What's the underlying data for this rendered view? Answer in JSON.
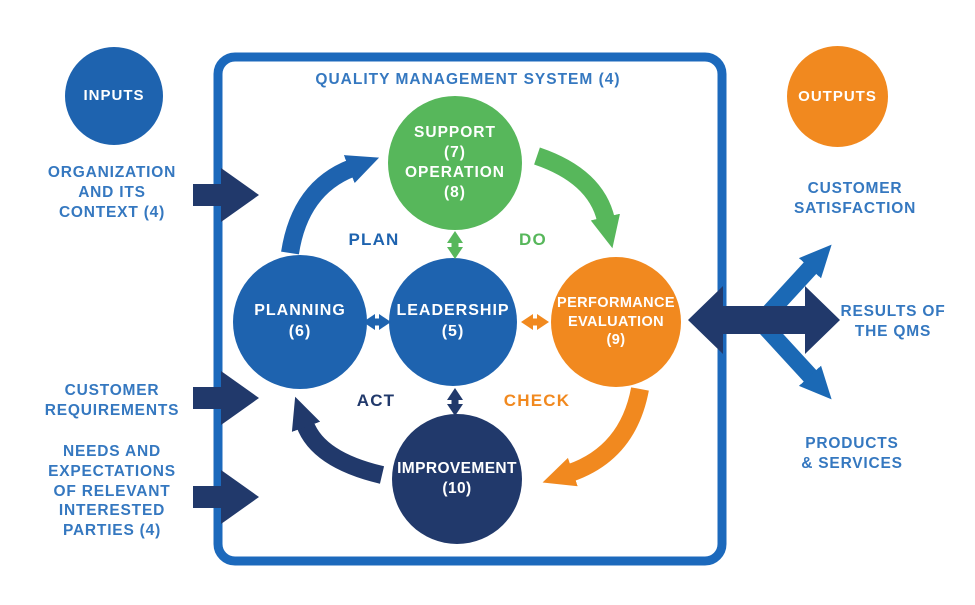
{
  "title": "QUALITY MANAGEMENT SYSTEM (4)",
  "colors": {
    "circle_blue": "#1E63AF",
    "circle_navy": "#21396B",
    "circle_green": "#57B75B",
    "circle_orange": "#F1891F",
    "label_text_blue": "#3578C0",
    "boundary_border_blue": "#1C69BC",
    "arrow_navy": "#21396B",
    "arrow_diagonal_blue": "#1B69B5"
  },
  "inputs": {
    "circle_label": "INPUTS",
    "items": [
      "ORGANIZATION\nAND ITS\nCONTEXT (4)",
      "CUSTOMER\nREQUIREMENTS",
      "NEEDS AND\nEXPECTATIONS\nOF RELEVANT\nINTERESTED\nPARTIES (4)"
    ]
  },
  "outputs": {
    "circle_label": "OUTPUTS",
    "items": [
      "CUSTOMER\nSATISFACTION",
      "RESULTS OF\nTHE QMS",
      "PRODUCTS\n& SERVICES"
    ]
  },
  "circles": {
    "support_operation": "SUPPORT\n(7)\nOPERATION\n(8)",
    "planning": "PLANNING\n(6)",
    "leadership": "LEADERSHIP\n(5)",
    "performance_evaluation": "PERFORMANCE\nEVALUATION\n(9)",
    "improvement": "IMPROVEMENT\n(10)"
  },
  "phases": {
    "plan": "PLAN",
    "do": "DO",
    "check": "CHECK",
    "act": "ACT"
  }
}
